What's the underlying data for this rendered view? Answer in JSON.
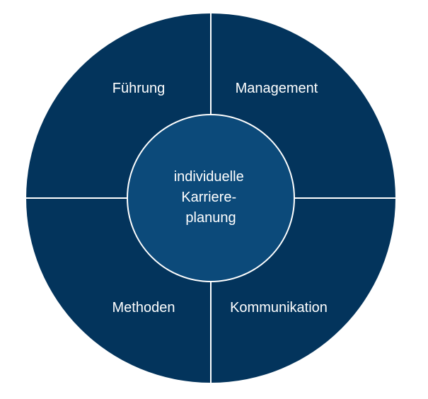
{
  "diagram": {
    "center": {
      "lines": [
        "individuelle",
        "Karriere-",
        "planung"
      ]
    },
    "quadrants": {
      "top_left": "Führung",
      "top_right": "Management",
      "bottom_left": "Methoden",
      "bottom_right": "Kommunikation"
    },
    "colors": {
      "outer_ring": "#03345c",
      "inner_circle": "#0c4a7a",
      "divider": "#ffffff"
    }
  }
}
